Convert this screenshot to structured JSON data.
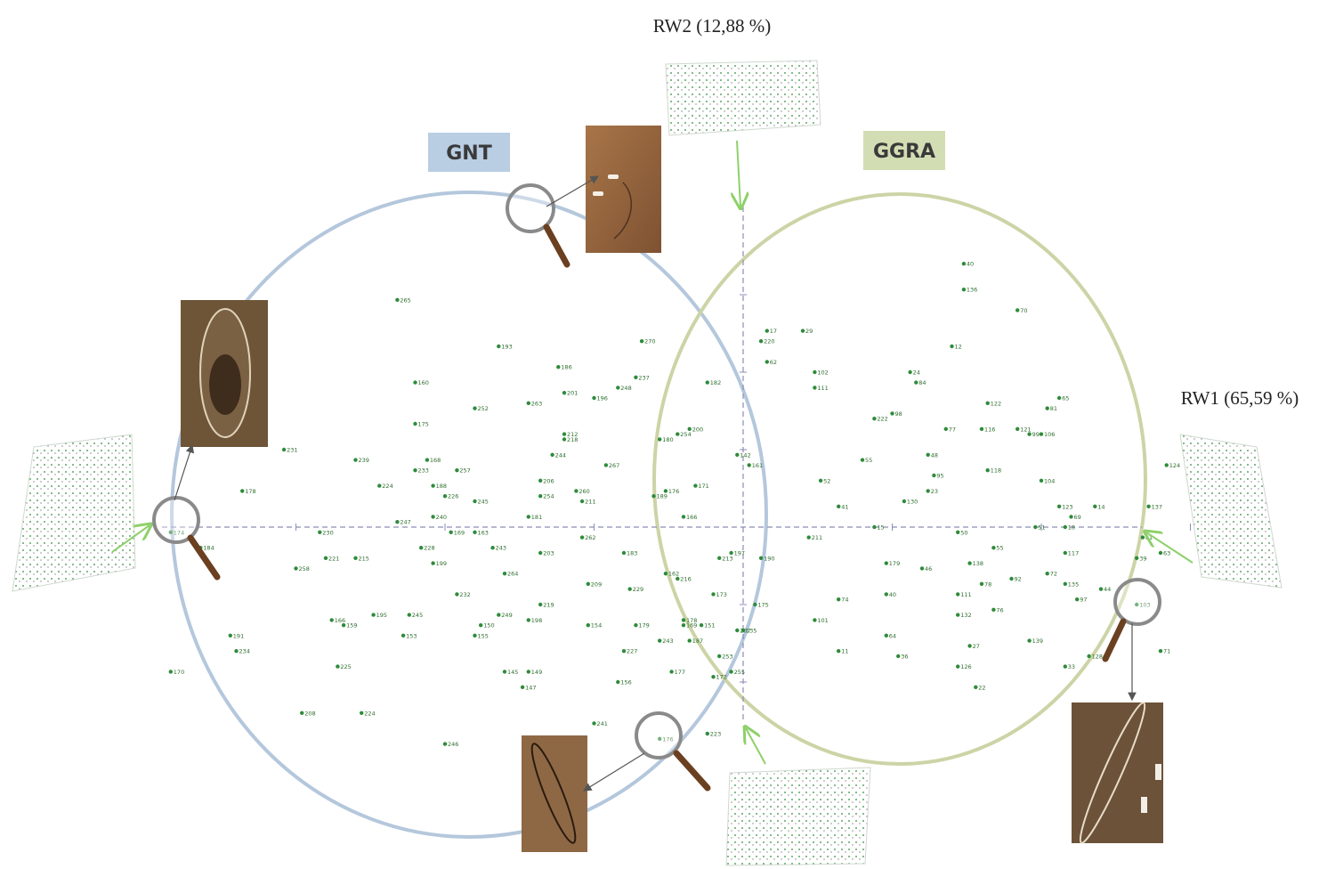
{
  "chart_data": {
    "type": "scatter",
    "xlabel": "RW1 (65,59 %)",
    "ylabel": "RW2 (12,88 %)",
    "groups": [
      {
        "label": "GNT",
        "color": "#b9cde3",
        "stroke": "#b4c7dc"
      },
      {
        "label": "GGRA",
        "color": "#d3ddb3",
        "stroke": "#ccd4a6"
      }
    ],
    "colors": {
      "point": "#2e8b3a",
      "arrow": "#8ed06a",
      "axis": "#8c8cb8"
    },
    "points": [
      {
        "label": "40",
        "x": 0.37,
        "y": 0.51
      },
      {
        "label": "136",
        "x": 0.37,
        "y": 0.46
      },
      {
        "label": "70",
        "x": 0.46,
        "y": 0.42
      },
      {
        "label": "12",
        "x": 0.35,
        "y": 0.35
      },
      {
        "label": "29",
        "x": 0.1,
        "y": 0.38
      },
      {
        "label": "17",
        "x": 0.04,
        "y": 0.38
      },
      {
        "label": "220",
        "x": 0.03,
        "y": 0.36
      },
      {
        "label": "62",
        "x": 0.04,
        "y": 0.32
      },
      {
        "label": "102",
        "x": 0.12,
        "y": 0.3
      },
      {
        "label": "111",
        "x": 0.12,
        "y": 0.27
      },
      {
        "label": "24",
        "x": 0.28,
        "y": 0.3
      },
      {
        "label": "84",
        "x": 0.29,
        "y": 0.28
      },
      {
        "label": "122",
        "x": 0.41,
        "y": 0.24
      },
      {
        "label": "81",
        "x": 0.51,
        "y": 0.23
      },
      {
        "label": "65",
        "x": 0.53,
        "y": 0.25
      },
      {
        "label": "98",
        "x": 0.25,
        "y": 0.22
      },
      {
        "label": "222",
        "x": 0.22,
        "y": 0.21
      },
      {
        "label": "77",
        "x": 0.34,
        "y": 0.19
      },
      {
        "label": "116",
        "x": 0.4,
        "y": 0.19
      },
      {
        "label": "121",
        "x": 0.46,
        "y": 0.19
      },
      {
        "label": "99",
        "x": 0.48,
        "y": 0.18
      },
      {
        "label": "106",
        "x": 0.5,
        "y": 0.18
      },
      {
        "label": "48",
        "x": 0.31,
        "y": 0.14
      },
      {
        "label": "55",
        "x": 0.2,
        "y": 0.13
      },
      {
        "label": "95",
        "x": 0.32,
        "y": 0.1
      },
      {
        "label": "118",
        "x": 0.41,
        "y": 0.11
      },
      {
        "label": "104",
        "x": 0.5,
        "y": 0.09
      },
      {
        "label": "124",
        "x": 0.71,
        "y": 0.12
      },
      {
        "label": "52",
        "x": 0.13,
        "y": 0.09
      },
      {
        "label": "23",
        "x": 0.31,
        "y": 0.07
      },
      {
        "label": "130",
        "x": 0.27,
        "y": 0.05
      },
      {
        "label": "41",
        "x": 0.16,
        "y": 0.04
      },
      {
        "label": "123",
        "x": 0.53,
        "y": 0.04
      },
      {
        "label": "14",
        "x": 0.59,
        "y": 0.04
      },
      {
        "label": "137",
        "x": 0.68,
        "y": 0.04
      },
      {
        "label": "69",
        "x": 0.55,
        "y": 0.02
      },
      {
        "label": "18",
        "x": 0.54,
        "y": 0.0
      },
      {
        "label": "15",
        "x": 0.22,
        "y": 0.0
      },
      {
        "label": "51",
        "x": 0.49,
        "y": 0.0
      },
      {
        "label": "211",
        "x": 0.11,
        "y": -0.02
      },
      {
        "label": "50",
        "x": 0.36,
        "y": -0.01
      },
      {
        "label": "61",
        "x": 0.67,
        "y": -0.02
      },
      {
        "label": "117",
        "x": 0.54,
        "y": -0.05
      },
      {
        "label": "63",
        "x": 0.7,
        "y": -0.05
      },
      {
        "label": "55b",
        "x": 0.42,
        "y": -0.04
      },
      {
        "label": "138",
        "x": 0.38,
        "y": -0.07
      },
      {
        "label": "39",
        "x": 0.66,
        "y": -0.06
      },
      {
        "label": "179",
        "x": 0.24,
        "y": -0.07
      },
      {
        "label": "46",
        "x": 0.3,
        "y": -0.08
      },
      {
        "label": "72",
        "x": 0.51,
        "y": -0.09
      },
      {
        "label": "92",
        "x": 0.45,
        "y": -0.1
      },
      {
        "label": "78",
        "x": 0.4,
        "y": -0.11
      },
      {
        "label": "135",
        "x": 0.54,
        "y": -0.11
      },
      {
        "label": "44",
        "x": 0.6,
        "y": -0.12
      },
      {
        "label": "40b",
        "x": 0.24,
        "y": -0.13
      },
      {
        "label": "111b",
        "x": 0.36,
        "y": -0.13
      },
      {
        "label": "74",
        "x": 0.16,
        "y": -0.14
      },
      {
        "label": "97",
        "x": 0.56,
        "y": -0.14
      },
      {
        "label": "103",
        "x": 0.66,
        "y": -0.15
      },
      {
        "label": "132",
        "x": 0.36,
        "y": -0.17
      },
      {
        "label": "76",
        "x": 0.42,
        "y": -0.16
      },
      {
        "label": "101",
        "x": 0.12,
        "y": -0.18
      },
      {
        "label": "64",
        "x": 0.24,
        "y": -0.21
      },
      {
        "label": "27",
        "x": 0.38,
        "y": -0.23
      },
      {
        "label": "139",
        "x": 0.48,
        "y": -0.22
      },
      {
        "label": "71",
        "x": 0.7,
        "y": -0.24
      },
      {
        "label": "128",
        "x": 0.58,
        "y": -0.25
      },
      {
        "label": "11",
        "x": 0.16,
        "y": -0.24
      },
      {
        "label": "36",
        "x": 0.26,
        "y": -0.25
      },
      {
        "label": "126",
        "x": 0.36,
        "y": -0.27
      },
      {
        "label": "33",
        "x": 0.54,
        "y": -0.27
      },
      {
        "label": "22",
        "x": 0.39,
        "y": -0.31
      },
      {
        "label": "265",
        "x": -0.58,
        "y": 0.44
      },
      {
        "label": "270",
        "x": -0.17,
        "y": 0.36
      },
      {
        "label": "193",
        "x": -0.41,
        "y": 0.35
      },
      {
        "label": "186",
        "x": -0.31,
        "y": 0.31
      },
      {
        "label": "237",
        "x": -0.18,
        "y": 0.29
      },
      {
        "label": "248",
        "x": -0.21,
        "y": 0.27
      },
      {
        "label": "182",
        "x": -0.06,
        "y": 0.28
      },
      {
        "label": "160",
        "x": -0.55,
        "y": 0.28
      },
      {
        "label": "201",
        "x": -0.3,
        "y": 0.26
      },
      {
        "label": "196",
        "x": -0.25,
        "y": 0.25
      },
      {
        "label": "263",
        "x": -0.36,
        "y": 0.24
      },
      {
        "label": "252",
        "x": -0.45,
        "y": 0.23
      },
      {
        "label": "175",
        "x": -0.55,
        "y": 0.2
      },
      {
        "label": "212",
        "x": -0.3,
        "y": 0.18
      },
      {
        "label": "218",
        "x": -0.3,
        "y": 0.17
      },
      {
        "label": "200",
        "x": -0.09,
        "y": 0.19
      },
      {
        "label": "254",
        "x": -0.11,
        "y": 0.18
      },
      {
        "label": "180",
        "x": -0.14,
        "y": 0.17
      },
      {
        "label": "231",
        "x": -0.77,
        "y": 0.15
      },
      {
        "label": "239",
        "x": -0.65,
        "y": 0.13
      },
      {
        "label": "244",
        "x": -0.32,
        "y": 0.14
      },
      {
        "label": "168",
        "x": -0.53,
        "y": 0.13
      },
      {
        "label": "233",
        "x": -0.55,
        "y": 0.11
      },
      {
        "label": "257",
        "x": -0.48,
        "y": 0.11
      },
      {
        "label": "267",
        "x": -0.23,
        "y": 0.12
      },
      {
        "label": "142",
        "x": -0.01,
        "y": 0.14
      },
      {
        "label": "161",
        "x": 0.01,
        "y": 0.12
      },
      {
        "label": "206",
        "x": -0.34,
        "y": 0.09
      },
      {
        "label": "224",
        "x": -0.61,
        "y": 0.08
      },
      {
        "label": "188",
        "x": -0.52,
        "y": 0.08
      },
      {
        "label": "178",
        "x": -0.84,
        "y": 0.07
      },
      {
        "label": "260",
        "x": -0.28,
        "y": 0.07
      },
      {
        "label": "226",
        "x": -0.5,
        "y": 0.06
      },
      {
        "label": "245",
        "x": -0.45,
        "y": 0.05
      },
      {
        "label": "254b",
        "x": -0.34,
        "y": 0.06
      },
      {
        "label": "211b",
        "x": -0.27,
        "y": 0.05
      },
      {
        "label": "171",
        "x": -0.08,
        "y": 0.08
      },
      {
        "label": "176",
        "x": -0.13,
        "y": 0.07
      },
      {
        "label": "189",
        "x": -0.15,
        "y": 0.06
      },
      {
        "label": "240",
        "x": -0.52,
        "y": 0.02
      },
      {
        "label": "247",
        "x": -0.58,
        "y": 0.01
      },
      {
        "label": "169",
        "x": -0.49,
        "y": -0.01
      },
      {
        "label": "163",
        "x": -0.45,
        "y": -0.01
      },
      {
        "label": "181",
        "x": -0.36,
        "y": 0.02
      },
      {
        "label": "166",
        "x": -0.1,
        "y": 0.02
      },
      {
        "label": "230",
        "x": -0.71,
        "y": -0.01
      },
      {
        "label": "262",
        "x": -0.27,
        "y": -0.02
      },
      {
        "label": "174",
        "x": -0.96,
        "y": -0.01
      },
      {
        "label": "184",
        "x": -0.91,
        "y": -0.04
      },
      {
        "label": "228",
        "x": -0.54,
        "y": -0.04
      },
      {
        "label": "243",
        "x": -0.42,
        "y": -0.04
      },
      {
        "label": "203",
        "x": -0.34,
        "y": -0.05
      },
      {
        "label": "183",
        "x": -0.2,
        "y": -0.05
      },
      {
        "label": "258",
        "x": -0.75,
        "y": -0.08
      },
      {
        "label": "221",
        "x": -0.7,
        "y": -0.06
      },
      {
        "label": "215",
        "x": -0.65,
        "y": -0.06
      },
      {
        "label": "199",
        "x": -0.52,
        "y": -0.07
      },
      {
        "label": "264",
        "x": -0.4,
        "y": -0.09
      },
      {
        "label": "162",
        "x": -0.13,
        "y": -0.09
      },
      {
        "label": "197",
        "x": -0.02,
        "y": -0.05
      },
      {
        "label": "216",
        "x": -0.11,
        "y": -0.1
      },
      {
        "label": "213",
        "x": -0.04,
        "y": -0.06
      },
      {
        "label": "190",
        "x": 0.03,
        "y": -0.06
      },
      {
        "label": "209",
        "x": -0.26,
        "y": -0.11
      },
      {
        "label": "232",
        "x": -0.48,
        "y": -0.13
      },
      {
        "label": "229",
        "x": -0.19,
        "y": -0.12
      },
      {
        "label": "219",
        "x": -0.34,
        "y": -0.15
      },
      {
        "label": "245b",
        "x": -0.56,
        "y": -0.17
      },
      {
        "label": "195",
        "x": -0.62,
        "y": -0.17
      },
      {
        "label": "249",
        "x": -0.41,
        "y": -0.17
      },
      {
        "label": "173",
        "x": -0.05,
        "y": -0.13
      },
      {
        "label": "159",
        "x": -0.67,
        "y": -0.19
      },
      {
        "label": "166b",
        "x": -0.69,
        "y": -0.18
      },
      {
        "label": "150",
        "x": -0.44,
        "y": -0.19
      },
      {
        "label": "198",
        "x": -0.36,
        "y": -0.18
      },
      {
        "label": "154",
        "x": -0.26,
        "y": -0.19
      },
      {
        "label": "179b",
        "x": -0.18,
        "y": -0.19
      },
      {
        "label": "169b",
        "x": -0.1,
        "y": -0.19
      },
      {
        "label": "207",
        "x": -0.01,
        "y": -0.2
      },
      {
        "label": "243b",
        "x": -0.14,
        "y": -0.22
      },
      {
        "label": "191",
        "x": -0.86,
        "y": -0.21
      },
      {
        "label": "153",
        "x": -0.57,
        "y": -0.21
      },
      {
        "label": "187",
        "x": -0.09,
        "y": -0.22
      },
      {
        "label": "155",
        "x": -0.45,
        "y": -0.21
      },
      {
        "label": "227",
        "x": -0.2,
        "y": -0.24
      },
      {
        "label": "234",
        "x": -0.85,
        "y": -0.24
      },
      {
        "label": "170",
        "x": -0.96,
        "y": -0.28
      },
      {
        "label": "225",
        "x": -0.68,
        "y": -0.27
      },
      {
        "label": "149",
        "x": -0.36,
        "y": -0.28
      },
      {
        "label": "177",
        "x": -0.12,
        "y": -0.28
      },
      {
        "label": "172",
        "x": -0.05,
        "y": -0.29
      },
      {
        "label": "147",
        "x": -0.37,
        "y": -0.31
      },
      {
        "label": "208",
        "x": -0.74,
        "y": -0.36
      },
      {
        "label": "224b",
        "x": -0.64,
        "y": -0.36
      },
      {
        "label": "253",
        "x": -0.04,
        "y": -0.25
      },
      {
        "label": "255",
        "x": -0.02,
        "y": -0.28
      },
      {
        "label": "156",
        "x": -0.21,
        "y": -0.3
      },
      {
        "label": "145",
        "x": -0.4,
        "y": -0.28
      },
      {
        "label": "151",
        "x": -0.07,
        "y": -0.19
      },
      {
        "label": "178b",
        "x": -0.1,
        "y": -0.18
      },
      {
        "label": "241",
        "x": -0.25,
        "y": -0.38
      },
      {
        "label": "246",
        "x": -0.5,
        "y": -0.42
      },
      {
        "label": "223",
        "x": -0.06,
        "y": -0.4
      },
      {
        "label": "176b",
        "x": -0.14,
        "y": -0.41
      },
      {
        "label": "135b",
        "x": 0.0,
        "y": -0.2
      },
      {
        "label": "175b",
        "x": 0.02,
        "y": -0.15
      }
    ]
  }
}
